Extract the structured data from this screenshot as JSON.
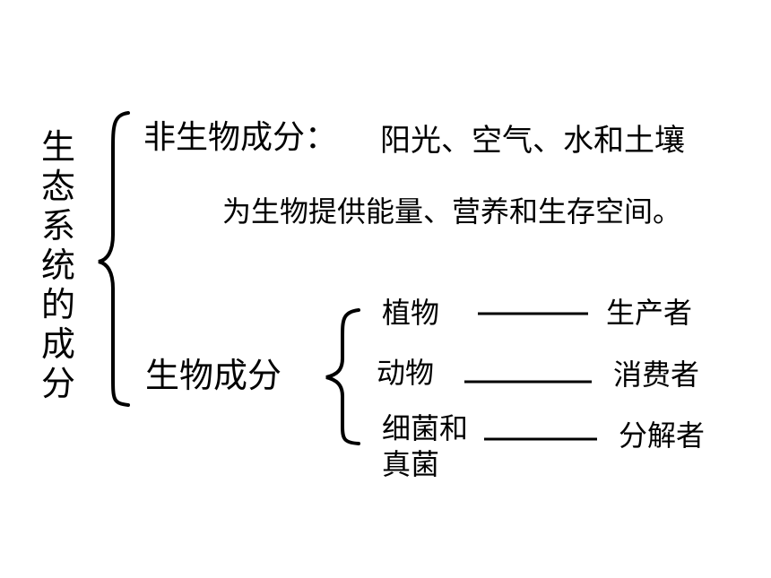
{
  "root": {
    "label": "生态系统的成分"
  },
  "abiotic": {
    "label": "非生物成分：",
    "items": "阳光、空气、水和土壤",
    "role": "为生物提供能量、营养和生存空间。"
  },
  "biotic": {
    "label": "生物成分",
    "rows": [
      {
        "organism": "植物",
        "role": "生产者"
      },
      {
        "organism": "动物",
        "role": "消费者"
      },
      {
        "organism": "细菌和真菌",
        "role": "分解者"
      }
    ]
  }
}
